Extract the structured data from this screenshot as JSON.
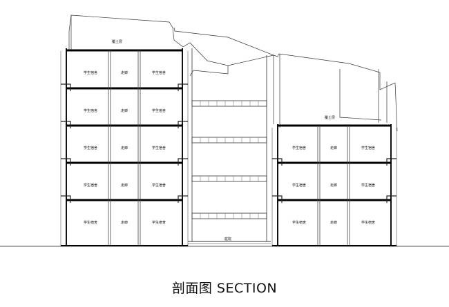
{
  "caption": "剖面图 SECTION",
  "labels": {
    "roof_left": "覆土层",
    "roof_right": "覆土层",
    "dorm": "学生宿舍",
    "corridor": "走廊",
    "ground": "庭院"
  },
  "left_block": {
    "floors": 5,
    "rooms": [
      "dorm",
      "corridor",
      "dorm"
    ]
  },
  "right_block": {
    "floors": 3,
    "rooms": [
      "dorm",
      "corridor",
      "dorm"
    ]
  }
}
